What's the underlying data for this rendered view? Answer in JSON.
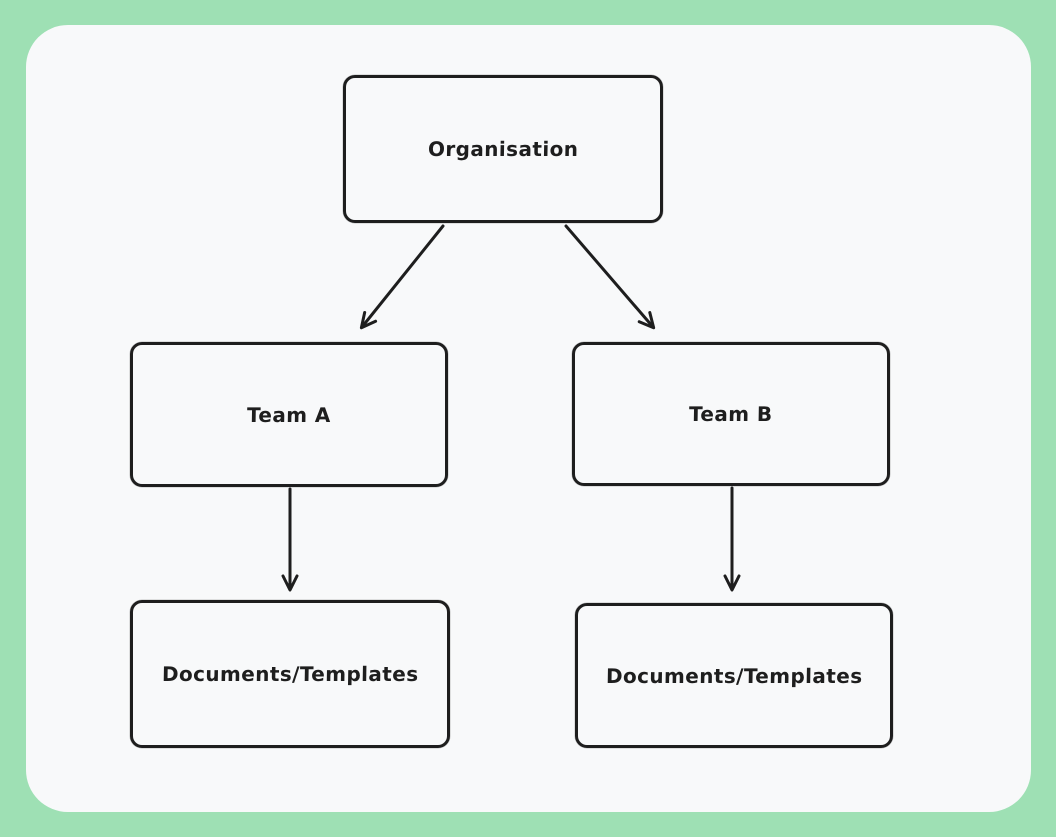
{
  "diagram": {
    "nodes": {
      "organisation": {
        "label": "Organisation"
      },
      "team_a": {
        "label": "Team A"
      },
      "team_b": {
        "label": "Team B"
      },
      "docs_a": {
        "label": "Documents/Templates"
      },
      "docs_b": {
        "label": "Documents/Templates"
      }
    },
    "edges": [
      {
        "from": "organisation",
        "to": "team_a"
      },
      {
        "from": "organisation",
        "to": "team_b"
      },
      {
        "from": "team_a",
        "to": "docs_a"
      },
      {
        "from": "team_b",
        "to": "docs_b"
      }
    ],
    "colors": {
      "frame_background": "#9ee0b4",
      "canvas_background": "#f8f9fa",
      "stroke": "#1e1e1e"
    }
  }
}
